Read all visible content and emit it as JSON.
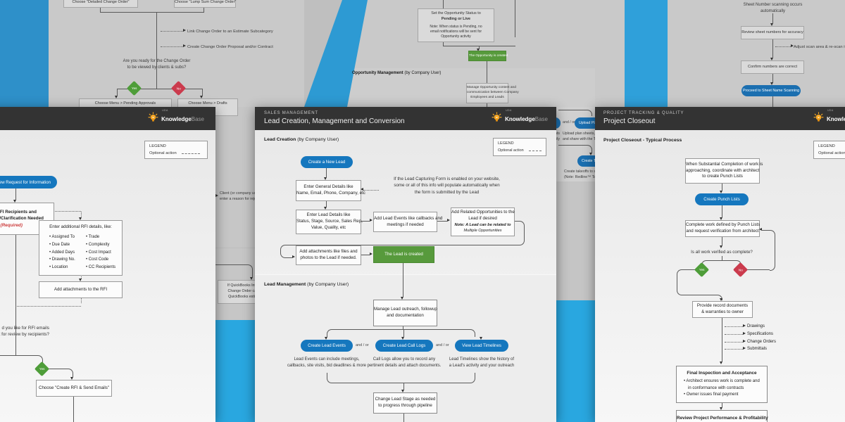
{
  "brand": {
    "tag": "UDA",
    "bold": "Knowledge",
    "light": "Base"
  },
  "legend": {
    "title": "LEGEND",
    "label": "Optional action"
  },
  "bg": {
    "change_order": {
      "box_detailed": "Choose \"Detailed Change Order\"",
      "box_lumpsum": "Choose \"Lump Sum Change Order\"",
      "opt1": "Link Change Order to an Estimate Subcategory",
      "opt2": "Create Change Order Proposal and/or Contract",
      "q1": "Are you ready for the Change Order",
      "q2": "to be viewed by clients & subs?",
      "yes": "Yes",
      "no": "No",
      "menu1": "Choose Menu > Pending Approvals",
      "menu2": "Choose Menu > Drafts"
    },
    "opportunity": {
      "s1": "Set the Opportunity Status to",
      "s2": "Pending or Live",
      "n1": "Note: When status is Pending, no",
      "n2": "email notifications will be sent for",
      "n3": "Opportunity activity",
      "created": "The Opportunity is created",
      "sec_b": "Opportunity Management",
      "sec_n": " (by Company User)",
      "m1": "Manage Opportunity content and",
      "m2": "communication between Company",
      "m3": "Employees and Leads"
    },
    "sheets": {
      "a1": "Sheet Number scanning occurs",
      "a2": "automatically",
      "review": "Review sheet numbers for accuracy",
      "adjust": "Adjust scan area & re-scan if needed",
      "confirm": "Confirm numbers are correct",
      "proceed": "Proceed to Sheet Name Scanning"
    },
    "gap_left": {
      "c1": "Client (or company user) c",
      "c2": "enter a reason for rejection",
      "q1": "If QuickBooks Integrat",
      "q2": "Change Order can be",
      "q3": "QuickBooks estimate"
    },
    "gap_mid": {
      "andor": "and / or",
      "upload_pill": "Upload Plan Sh",
      "fr1": "ents",
      "fr2": "ily",
      "u1": "Upload plan sheets, a",
      "u2": "and share with the Tea",
      "takeoff_pill": "Create Takeoffs fro",
      "t1": "Create takeoffs to send",
      "t2": "(Note: Redline™ Takeoff t"
    }
  },
  "rfi": {
    "pill_request": "ew Request for Information",
    "r1": "r RFI Recipients and",
    "r2": "on/Clarification Needed",
    "r3": "(Required)",
    "details_title": "Enter additional RFI details, like:",
    "col1": [
      "Assigned To",
      "Due Date",
      "Added Days",
      "Drawing No.",
      "Location"
    ],
    "col2": [
      "Trade",
      "Complexity",
      "Cost Impact",
      "Cost Code",
      "CC Recipients"
    ],
    "attach": "Add attachments to the RFI",
    "q1": "d you like for RFI emails",
    "q2": "out for review by recipients?",
    "yes": "Yes",
    "choose": "Choose \"Create RFI & Send Emails\""
  },
  "sales": {
    "header_small": "SALES MANAGEMENT",
    "header_big": "Lead Creation, Management and Conversion",
    "sec1_b": "Lead Creation",
    "sec1_n": " (by Company User)",
    "pill1": "Create a New Lead",
    "b1l1": "Enter General Details like",
    "b1l2": "Name, Email, Phone, Company, etc",
    "note1": "If the Lead Capturing Form is enabled on your website,",
    "note2": "some or all of this info will populate automatically when",
    "note3": "the form is submitted by the Lead",
    "b2l1": "Enter Lead Details like",
    "b2l2": "Status, Stage, Source, Sales Rep,",
    "b2l3": "Value, Quality, etc",
    "b3l1": "Add Lead Events like callbacks and",
    "b3l2": "meetings if needed",
    "b4l1": "Add Related Opportunities to the",
    "b4l2": "Lead if desired",
    "b4n1": "Note: A Lead can be related to",
    "b4n2": "Multiple Opportunities",
    "b5l1": "Add attachments like files and",
    "b5l2": "photos to the Lead if needed.",
    "green": "The Lead is created",
    "sec2_b": "Lead Management",
    "sec2_n": " (by Company User)",
    "b6l1": "Manage Lead outreach, followup",
    "b6l2": "and documentation",
    "pill2": "Create Lead Events",
    "pill3": "Create Lead Call Logs",
    "pill4": "View Lead Timelines",
    "andor": "and / or",
    "cap1l1": "Lead Events can include meetings,",
    "cap1l2": "callbacks, site visits, bid deadlines & more",
    "cap2l1": "Call Logs allow you to record any",
    "cap2l2": "pertinent details and attach documents.",
    "cap3l1": "Lead Timelines show the history of",
    "cap3l2": "a Lead's activity and your outreach",
    "b7l1": "Change Lead Stage as needed",
    "b7l2": "to progress through pipeline"
  },
  "closeout": {
    "header_small": "PROJECT TRACKING & QUALITY",
    "header_big": "Project Closeout",
    "sec": "Project Closeout - Typical Process",
    "b1l1": "When Substantial Completion of work is",
    "b1l2": "approaching, coordinate with architect",
    "b1l3": "to create Punch Lists",
    "pill1": "Create Punch Lists",
    "b2l1": "Complete work defined by Punch Lists",
    "b2l2": "and request verification from architect",
    "q": "Is all work verified as complete?",
    "yes": "Yes",
    "no": "No",
    "b3l1": "Provide record documents",
    "b3l2": "& warranties to owner",
    "branches": [
      "Drawings",
      "Specifications",
      "Change Orders",
      "Submittals"
    ],
    "b4title": "Final Inspection and Acceptance",
    "b4i1a": "• Architect ensures work is complete and",
    "b4i1b": "in conformance with contracts",
    "b4i2": "• Owner issues final payment",
    "b5": "Review Project Performance & Profitability"
  }
}
